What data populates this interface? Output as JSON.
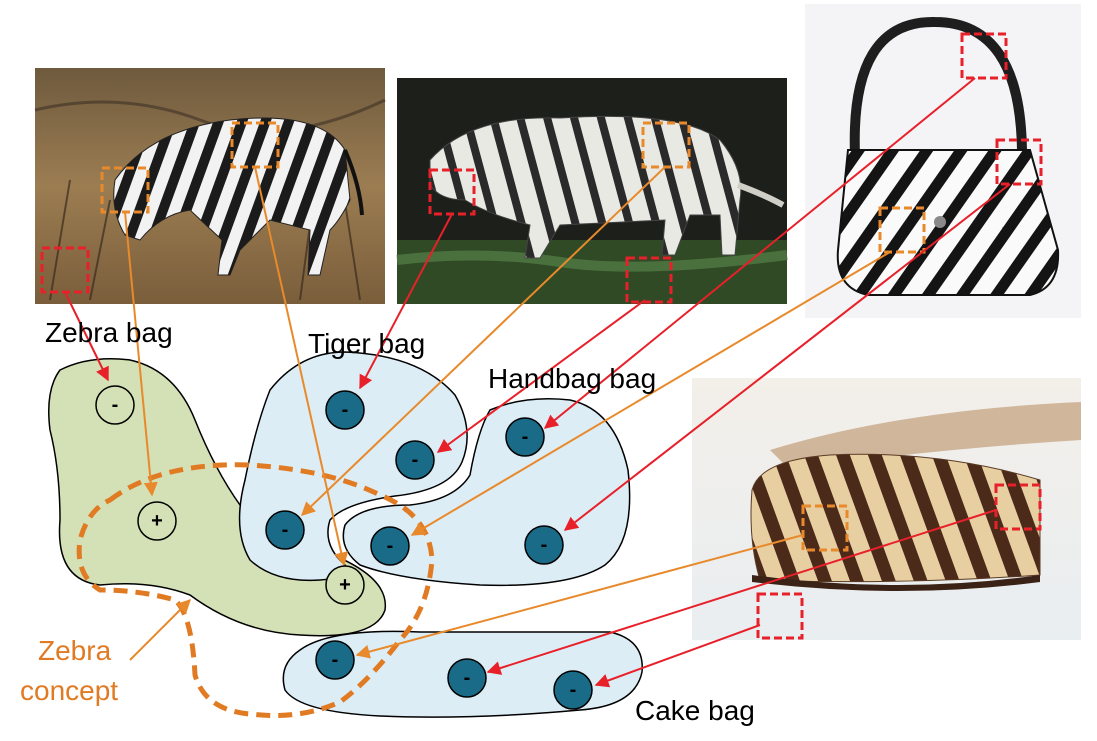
{
  "bags": {
    "zebra": {
      "label": "Zebra bag"
    },
    "tiger": {
      "label": "Tiger bag"
    },
    "handbag": {
      "label": "Handbag bag"
    },
    "cake": {
      "label": "Cake bag"
    }
  },
  "concept": {
    "line1": "Zebra",
    "line2": "concept"
  },
  "instances": {
    "positive_symbol": "+",
    "negative_symbol": "-"
  },
  "photos": {
    "zebra": {
      "subject": "zebra grazing in dry savanna"
    },
    "tiger": {
      "subject": "white tiger walking on grass"
    },
    "handbag": {
      "subject": "zebra-print handbag"
    },
    "cake": {
      "subject": "zebra-striped marble cake slice"
    }
  },
  "colors": {
    "positive_region": "#d4e0b6",
    "negative_region": "#ddedf5",
    "positive_instance": "#d4e0b6",
    "negative_instance": "#1a6b87",
    "concept_dashed": "#e07b24",
    "arrow_red": "#e8202a",
    "arrow_orange": "#e88a2c"
  }
}
